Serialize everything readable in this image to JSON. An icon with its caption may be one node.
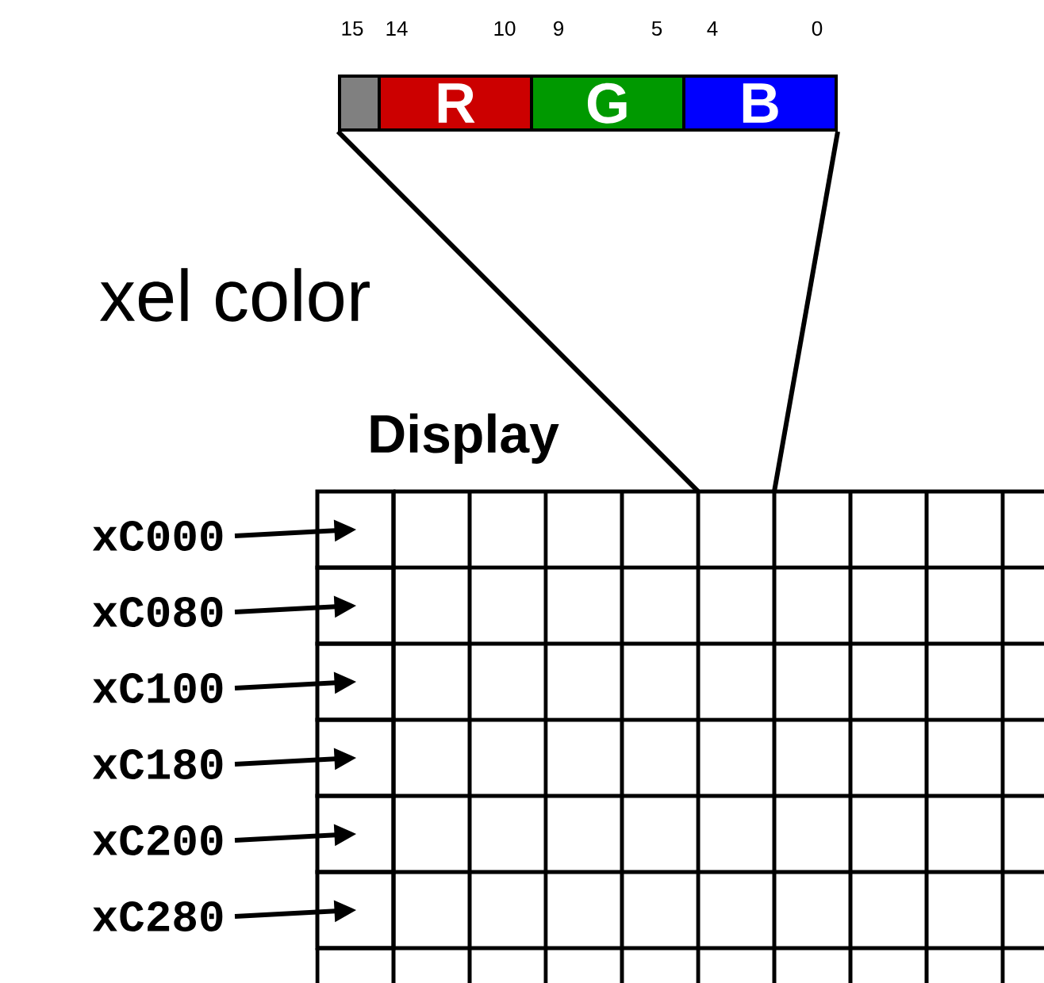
{
  "diagram": {
    "nodes": [
      {
        "text": [],
        "shape": "box"
      },
      {
        "text": [
          "R"
        ]
      },
      {
        "text": [
          "G"
        ]
      },
      {
        "text": [
          "B"
        ]
      },
      {
        "text": [
          "Display"
        ]
      },
      {
        "text": [],
        "shape": "box",
        "in": 4
      },
      {
        "text": [],
        "shape": "box",
        "in": 4
      },
      {
        "text": [],
        "shape": "box",
        "in": 4
      },
      {
        "text": [],
        "shape": "box",
        "in": 4
      },
      {
        "text": [],
        "shape": "box",
        "in": 4
      },
      {
        "text": [],
        "shape": "box",
        "in": 4
      },
      {
        "text": [
          "xC000"
        ]
      },
      {
        "text": [
          "xC080"
        ]
      },
      {
        "text": [
          "xC100"
        ]
      },
      {
        "text": [
          "xC180"
        ]
      },
      {
        "text": [
          "xC200"
        ]
      },
      {
        "text": [
          "xC280"
        ]
      }
    ],
    "edges": [
      {
        "from": 0,
        "to": 4,
        "arrow": "none"
      },
      {
        "from": 3,
        "to": 4,
        "arrow": "none"
      },
      {
        "from": 11,
        "to": 5,
        "arrow": "to"
      },
      {
        "from": 12,
        "to": 6,
        "arrow": "to"
      },
      {
        "from": 13,
        "to": 7,
        "arrow": "to"
      },
      {
        "from": 14,
        "to": 8,
        "arrow": "to"
      },
      {
        "from": 15,
        "to": 9,
        "arrow": "to"
      },
      {
        "from": 16,
        "to": 10,
        "arrow": "to"
      }
    ],
    "labels": [
      "15",
      "14",
      "10",
      "9",
      "5",
      "4",
      "0",
      "xel color"
    ]
  }
}
